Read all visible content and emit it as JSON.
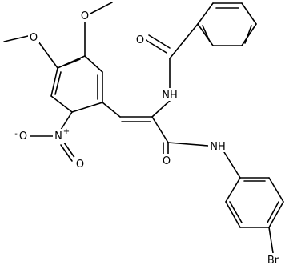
{
  "molecule": {
    "atoms": {
      "o_benzoyl": "O",
      "nh_amide1": "NH",
      "o_methoxy_top": "O",
      "o_methoxy_left": "O",
      "n_nitro": "N",
      "n_nitro_charge": "+",
      "o_nitro_minus": "O",
      "o_nitro_minus_charge": "-",
      "o_nitro_double": "O",
      "o_amide2": "O",
      "nh_amide2": "NH",
      "br": "Br"
    }
  }
}
